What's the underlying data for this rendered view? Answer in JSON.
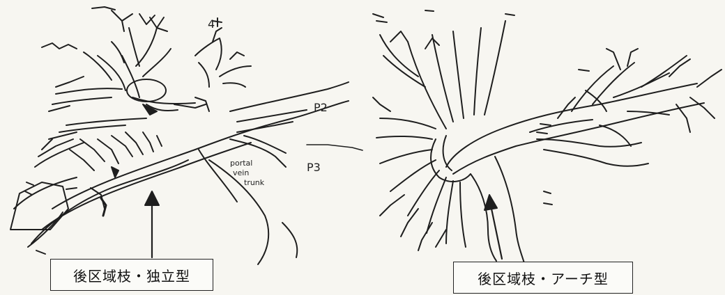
{
  "labels": {
    "left": "後区域枝・独立型",
    "right": "後区域枝・アーチ型"
  },
  "annotations": {
    "left_p2": "P2",
    "left_p3": "P3",
    "left_portal_1": "portal",
    "left_portal_2": "vein",
    "left_portal_3": "trunk",
    "left_four": "4"
  },
  "colors": {
    "ink": "#1e1e1e",
    "paper": "#f7f6f1"
  }
}
